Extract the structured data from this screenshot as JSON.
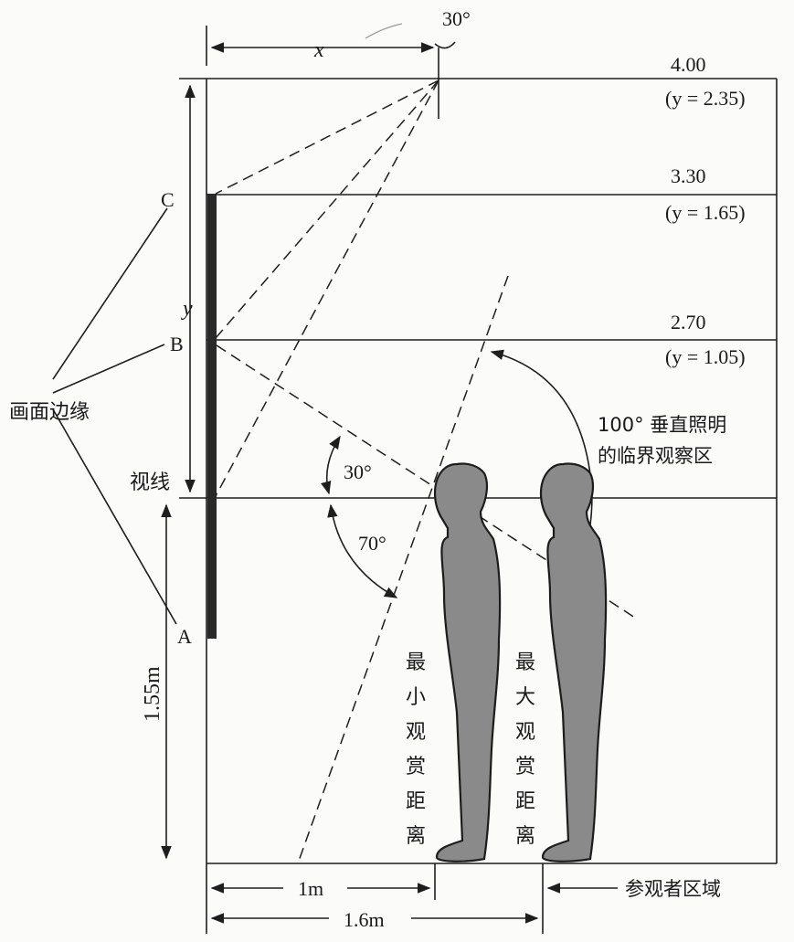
{
  "top_angle": "30°",
  "x_label": "x",
  "y_label": "y",
  "levels": [
    {
      "height": "4.00",
      "y_value": "(y = 2.35)"
    },
    {
      "height": "3.30",
      "y_value": "(y = 1.65)"
    },
    {
      "height": "2.70",
      "y_value": "(y = 1.05)"
    }
  ],
  "edge_points": {
    "c": "C",
    "b": "B",
    "a": "A"
  },
  "edge_label": "画面边缘",
  "sight_line_label": "视线",
  "eye_height_label": "1.55m",
  "angle_30": "30°",
  "angle_70": "70°",
  "critical_zone": {
    "line1": "100° 垂直照明",
    "line2": "的临界观察区"
  },
  "min_distance": [
    "最",
    "小",
    "观",
    "赏",
    "距",
    "离"
  ],
  "max_distance": [
    "最",
    "大",
    "观",
    "赏",
    "距",
    "离"
  ],
  "dim_1m": "1m",
  "dim_16m": "1.6m",
  "visitor_zone": "参观者区域"
}
